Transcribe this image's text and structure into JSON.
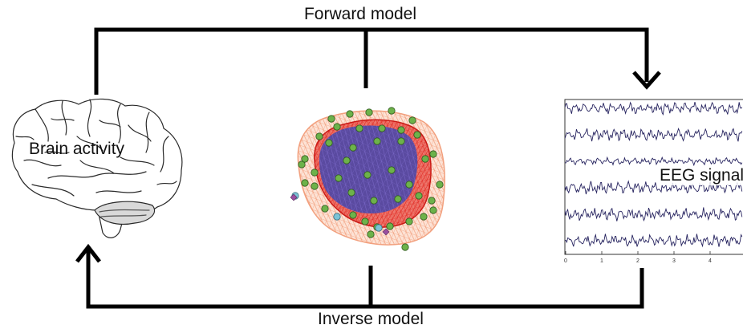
{
  "labels": {
    "forward_model": "Forward model",
    "inverse_model": "Inverse model",
    "brain_activity": "Brain activity",
    "eeg_signal": "EEG signal"
  },
  "eeg_panel": {
    "x_ticks": [
      "0",
      "1",
      "2",
      "3",
      "4"
    ],
    "channel_count": 6,
    "trace_color": "#26235f"
  },
  "head_model": {
    "skin_color": "#f2a07e",
    "brain_fill": "#5a4aa0",
    "cortex_mesh": "#e0201c",
    "electrode_color": "#6db24a",
    "reference_color": "#7cc3d6",
    "marker_color": "#9a4fa0"
  },
  "arrow_color": "#000000"
}
